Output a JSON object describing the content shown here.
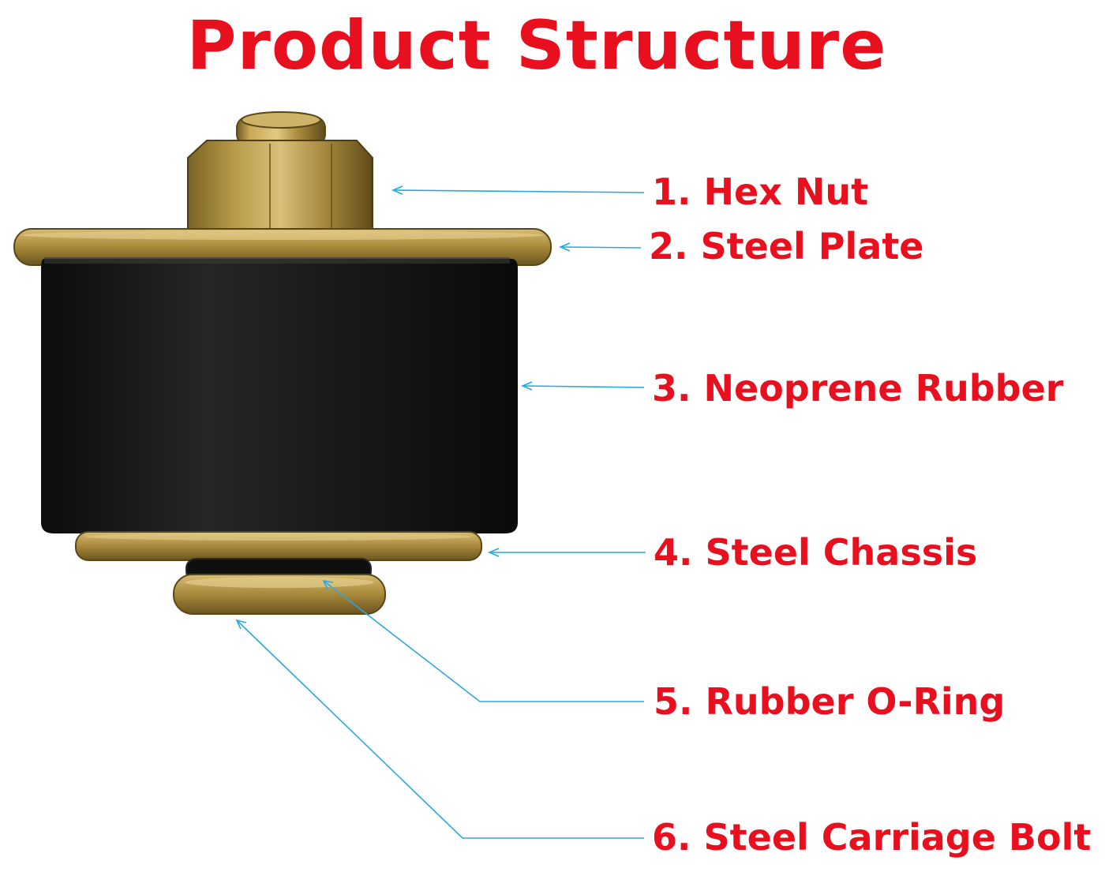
{
  "title": "Product Structure",
  "colors": {
    "title_text": "#e8101e",
    "label_text": "#e8101e",
    "leader_line": "#29a8e0",
    "brass": "#b9963e",
    "rubber": "#141414"
  },
  "parts": [
    {
      "label": "1. Hex Nut",
      "icon": "hex-nut-icon"
    },
    {
      "label": "2. Steel Plate",
      "icon": "steel-plate-icon"
    },
    {
      "label": "3. Neoprene Rubber",
      "icon": "rubber-body-icon"
    },
    {
      "label": "4. Steel Chassis",
      "icon": "steel-chassis-icon"
    },
    {
      "label": "5. Rubber O-Ring",
      "icon": "o-ring-icon"
    },
    {
      "label": "6. Steel Carriage Bolt",
      "icon": "carriage-bolt-icon"
    }
  ]
}
